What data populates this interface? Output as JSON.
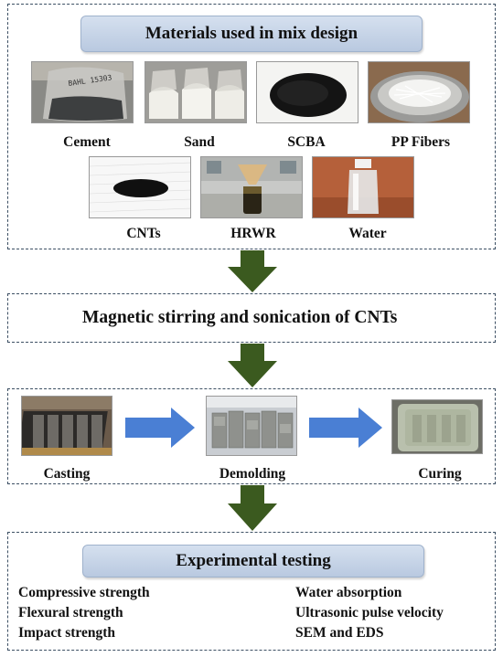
{
  "stage1": {
    "title": "Materials used in mix design",
    "materials": [
      {
        "label": "Cement",
        "photo_text": "BAHL 15303"
      },
      {
        "label": "Sand"
      },
      {
        "label": "SCBA"
      },
      {
        "label": "PP Fibers"
      },
      {
        "label": "CNTs"
      },
      {
        "label": "HRWR"
      },
      {
        "label": "Water"
      }
    ]
  },
  "stage2": {
    "title": "Magnetic stirring and sonication of CNTs"
  },
  "stage3": {
    "steps": [
      "Casting",
      "Demolding",
      "Curing"
    ]
  },
  "stage4": {
    "title": "Experimental testing",
    "tests_left": [
      "Compressive strength",
      "Flexural strength",
      "Impact strength"
    ],
    "tests_right": [
      "Water absorption",
      "Ultrasonic pulse velocity",
      "SEM and EDS"
    ]
  },
  "colors": {
    "flow_arrow": "#3b5a1f",
    "process_arrow": "#4a7fd4",
    "pill": "#c7d4e8",
    "border": "#3c4f63"
  }
}
